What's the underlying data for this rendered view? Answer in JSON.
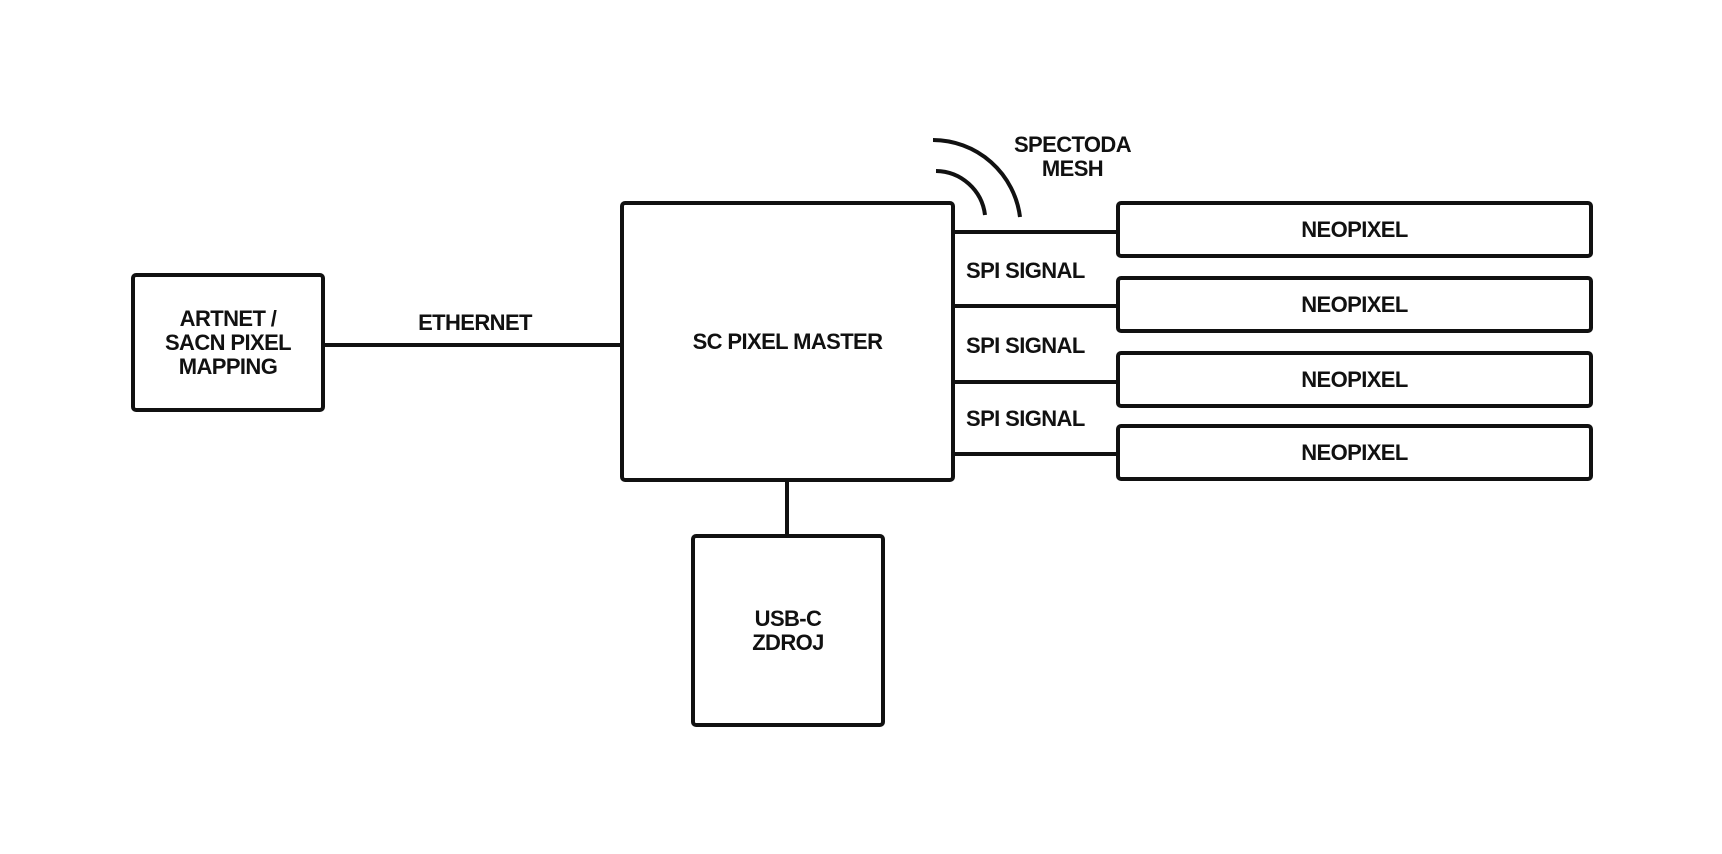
{
  "diagram": {
    "nodes": {
      "source": "ARTNET /\nSACN PIXEL\nMAPPING",
      "master": "SC PIXEL MASTER",
      "power": "USB-C\nZDROJ",
      "outputs": [
        "NEOPIXEL",
        "NEOPIXEL",
        "NEOPIXEL",
        "NEOPIXEL"
      ]
    },
    "edges": {
      "source_to_master": "ETHERNET",
      "master_to_outputs": [
        "SPI SIGNAL",
        "SPI SIGNAL",
        "SPI SIGNAL"
      ],
      "wireless": "SPECTODA\nMESH"
    },
    "colors": {
      "stroke": "#111111",
      "background": "#ffffff"
    }
  }
}
